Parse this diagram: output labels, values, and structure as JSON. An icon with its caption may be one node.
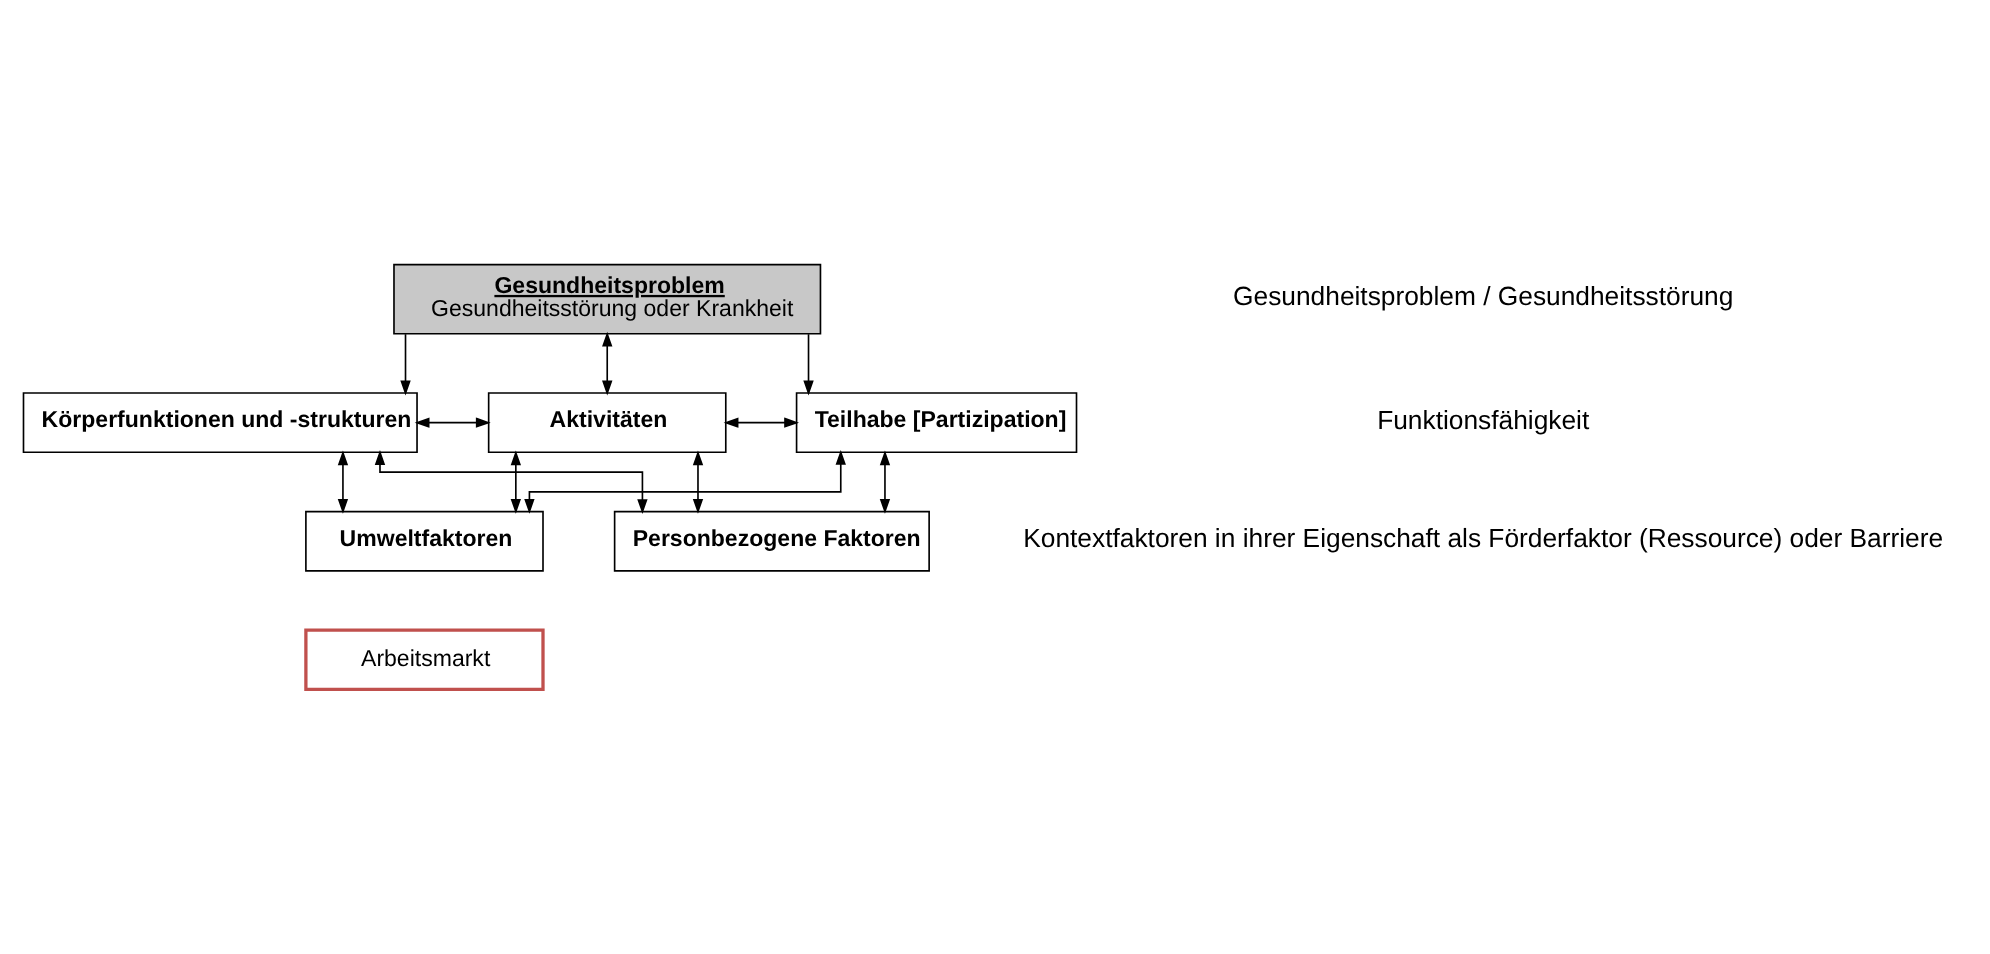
{
  "diagram": {
    "nodes": [
      {
        "text": [
          "Gesundheitsproblem",
          "Gesundheitsstörung oder Krankheit"
        ]
      },
      {
        "text": [
          "Körperfunktionen und -strukturen"
        ]
      },
      {
        "text": [
          "Aktivitäten"
        ]
      },
      {
        "text": [
          "Teilhabe [Partizipation]"
        ]
      },
      {
        "text": [
          "Umweltfaktoren"
        ]
      },
      {
        "text": [
          "Personbezogene Faktoren"
        ]
      },
      {
        "text": [
          "Arbeitsmarkt"
        ]
      }
    ],
    "edges": [
      {
        "from": 0,
        "to": 2,
        "arrow": "both"
      },
      {
        "from": 0,
        "to": 1,
        "arrow": "to"
      },
      {
        "from": 0,
        "to": 3,
        "arrow": "to"
      },
      {
        "from": 1,
        "to": 2,
        "arrow": "both"
      },
      {
        "from": 2,
        "to": 3,
        "arrow": "both"
      },
      {
        "from": 4,
        "to": 1,
        "arrow": "both"
      },
      {
        "from": 4,
        "to": 2,
        "arrow": "both"
      },
      {
        "from": 4,
        "to": 3,
        "arrow": "both"
      },
      {
        "from": 5,
        "to": 1,
        "arrow": "both"
      },
      {
        "from": 5,
        "to": 2,
        "arrow": "both"
      },
      {
        "from": 5,
        "to": 3,
        "arrow": "both"
      }
    ],
    "labels": [
      "Gesundheitsproblem / Gesundheitsstörung",
      "Funktionsfähigkeit",
      "Kontextfaktoren in ihrer Eigenschaft als Förderfaktor (Ressource) oder Barriere"
    ]
  }
}
